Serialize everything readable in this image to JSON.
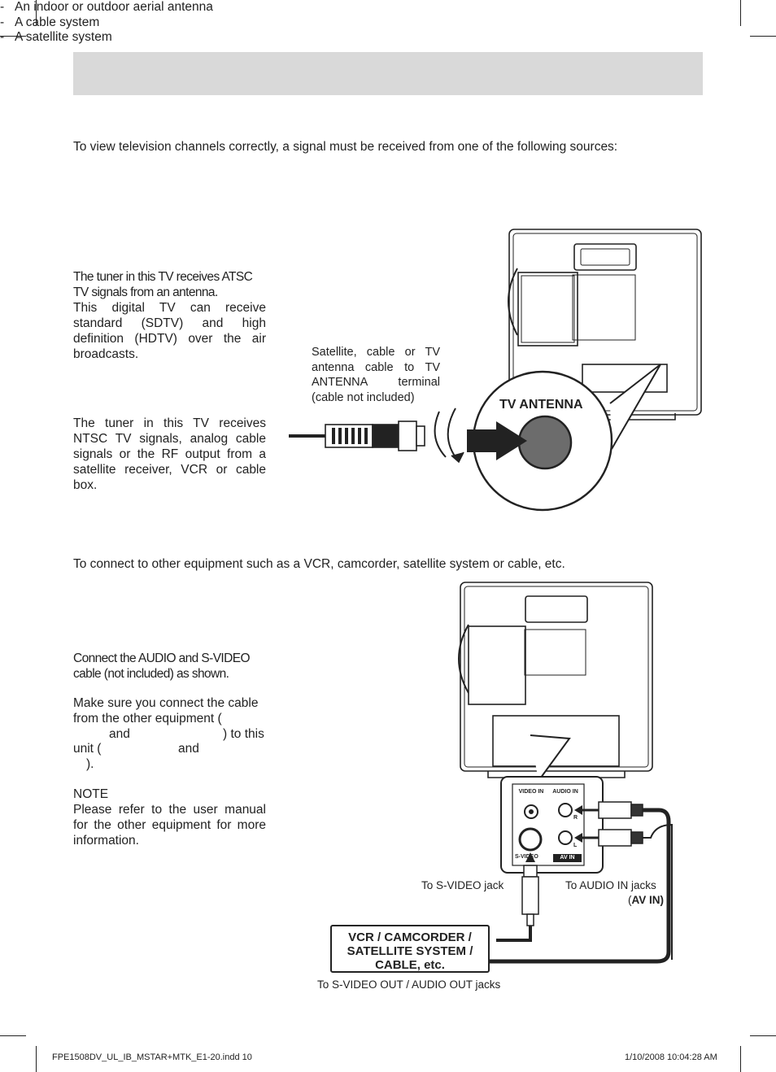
{
  "intro_text": "To view television channels correctly, a signal must be received from one of the following sources:",
  "sources": [
    "An indoor or outdoor aerial antenna",
    "A cable system",
    "A satellite system"
  ],
  "atsc_paragraph_line1": "The tuner in this TV receives ATSC TV signals from an antenna.",
  "atsc_paragraph_line2": "This digital TV can receive standard (SDTV) and high definition (HDTV) over the air broadcasts.",
  "antenna_caption": "Satellite, cable or TV antenna cable to TV ANTENNA terminal (cable not included)",
  "tv_antenna_label": "TV ANTENNA",
  "ntsc_paragraph": "The tuner in this TV receives NTSC TV signals, analog cable signals or the RF output from a satellite receiver, VCR or cable box.",
  "other_equipment_text": "To connect to other equipment such as a VCR, camcorder, satellite system or cable, etc.",
  "connect_paragraph": "Connect the AUDIO and S-VIDEO cable (not included) as shown.",
  "make_sure_line1": "Make sure you connect the cable",
  "make_sure_line2": "from the other equipment (",
  "make_sure_line3a": "and",
  "make_sure_line3b": ") to this",
  "make_sure_line4a": "unit  (",
  "make_sure_line4b": "and",
  "make_sure_line5": ").",
  "note_heading": "NOTE",
  "note_text": "Please refer to the user manual for the other equipment for more information.",
  "panel_video_in": "VIDEO IN",
  "panel_audio_in": "AUDIO IN",
  "panel_r": "R",
  "panel_l": "L",
  "panel_svideo": "S-VIDEO",
  "panel_av_in": "AV IN",
  "to_svideo_jack": "To S-VIDEO jack",
  "to_audio_in": "To AUDIO IN jacks",
  "to_audio_in_paren_open": "(",
  "to_audio_in_bold": "AV IN)",
  "device_label": "VCR / CAMCORDER / SATELLITE SYSTEM / CABLE, etc.",
  "to_outputs": "To S-VIDEO OUT / AUDIO OUT jacks",
  "footer_left": "FPE1508DV_UL_IB_MSTAR+MTK_E1-20.indd   10",
  "footer_right": "1/10/2008   10:04:28 AM"
}
